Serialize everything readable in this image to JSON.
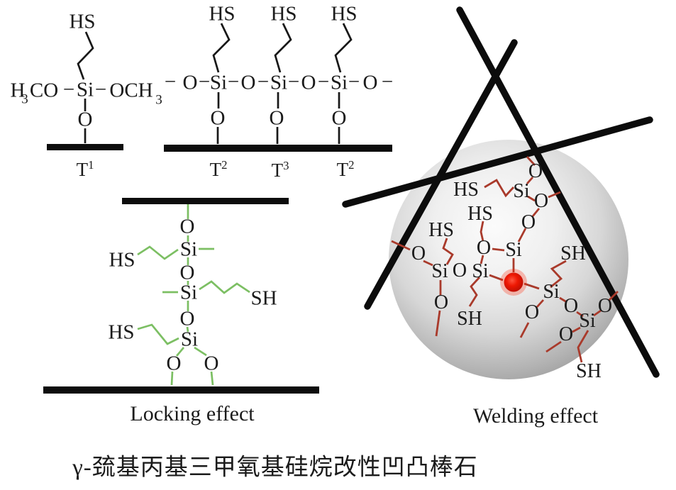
{
  "figure": {
    "bottom_caption": "γ-巯基丙基三甲氧基硅烷改性凹凸棒石"
  },
  "colors": {
    "bond_black": "#181818",
    "bond_green": "#7cbf63",
    "bond_red": "#a93a2b",
    "dot_red": "#e81600",
    "rod_black": "#0c0c0c",
    "sphere_gray": "#bfbfbf"
  },
  "t1_structure": {
    "hs": "HS",
    "formula": [
      "H",
      "3",
      "CO",
      "−",
      "Si",
      "−",
      "OCH",
      "3"
    ],
    "o": "O",
    "label": "T<sup>1</sup>"
  },
  "mid_structure": {
    "hs": [
      "HS",
      "HS",
      "HS"
    ],
    "row": [
      "−",
      "O",
      "−",
      "Si",
      "−",
      "O",
      "−",
      "Si",
      "−",
      "O",
      "−",
      "Si",
      "−",
      "O",
      "−"
    ],
    "o": [
      "O",
      "O",
      "O"
    ],
    "t_labels": [
      "T<sup>2</sup>",
      "T<sup>3</sup>",
      "T<sup>2</sup>"
    ]
  },
  "locking": {
    "o1": "O",
    "si1": "Si",
    "hs1": "HS",
    "o2": "O",
    "si2": "Si",
    "sh1": "SH",
    "o3": "O",
    "hs2": "HS",
    "si3": "Si",
    "o4": "O",
    "o5": "O",
    "caption": "Locking effect"
  },
  "welding": {
    "atoms": [
      "O",
      "HS",
      "Si",
      "O",
      "HS",
      "O",
      "HS",
      "O",
      "Si",
      "O",
      "SH",
      "Si",
      "O",
      "Si",
      "Si",
      "O",
      "O",
      "O",
      "Si",
      "O",
      "SH",
      "O",
      "SH"
    ],
    "caption": "Welding effect"
  }
}
